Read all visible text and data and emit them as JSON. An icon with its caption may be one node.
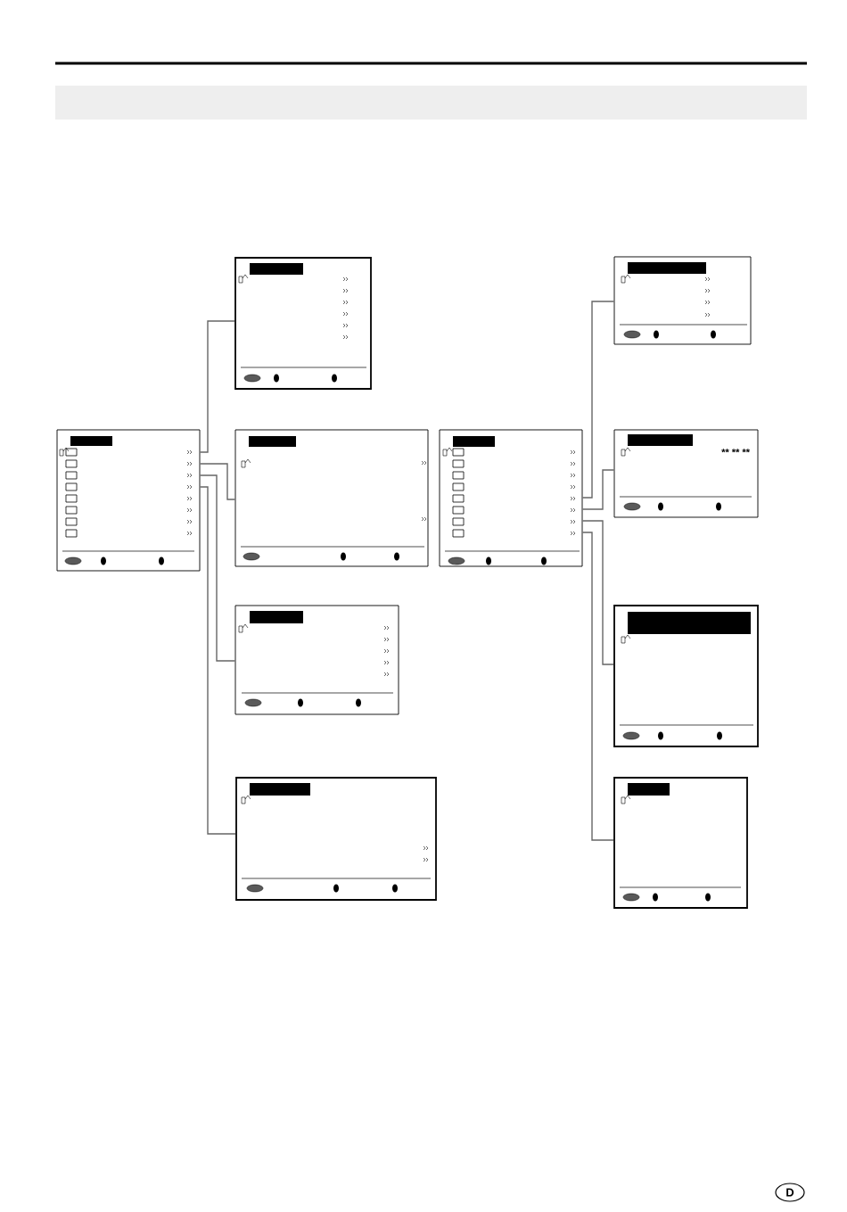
{
  "diagram": {
    "nodes": [
      {
        "text": [],
        "shape": "box"
      },
      {
        "text": [],
        "shape": "box"
      },
      {
        "text": [],
        "shape": "box"
      },
      {
        "text": [],
        "shape": "box"
      },
      {
        "text": [],
        "shape": "box"
      },
      {
        "text": [],
        "shape": "box"
      },
      {
        "text": [],
        "shape": "box"
      },
      {
        "text": [
          "** ** **"
        ]
      },
      {
        "text": [],
        "shape": "box"
      },
      {
        "text": [],
        "shape": "box"
      }
    ],
    "edges": [
      {
        "from": 0,
        "to": 1,
        "arrow": "none"
      },
      {
        "from": 0,
        "to": 2,
        "arrow": "none"
      },
      {
        "from": 0,
        "to": 3,
        "arrow": "none"
      },
      {
        "from": 0,
        "to": 4,
        "arrow": "none"
      },
      {
        "from": 5,
        "to": 6,
        "arrow": "none"
      },
      {
        "from": 5,
        "to": 7,
        "arrow": "none"
      },
      {
        "from": 5,
        "to": 8,
        "arrow": "none"
      },
      {
        "from": 5,
        "to": 9,
        "arrow": "none"
      }
    ],
    "labels": [
      "D"
    ]
  }
}
